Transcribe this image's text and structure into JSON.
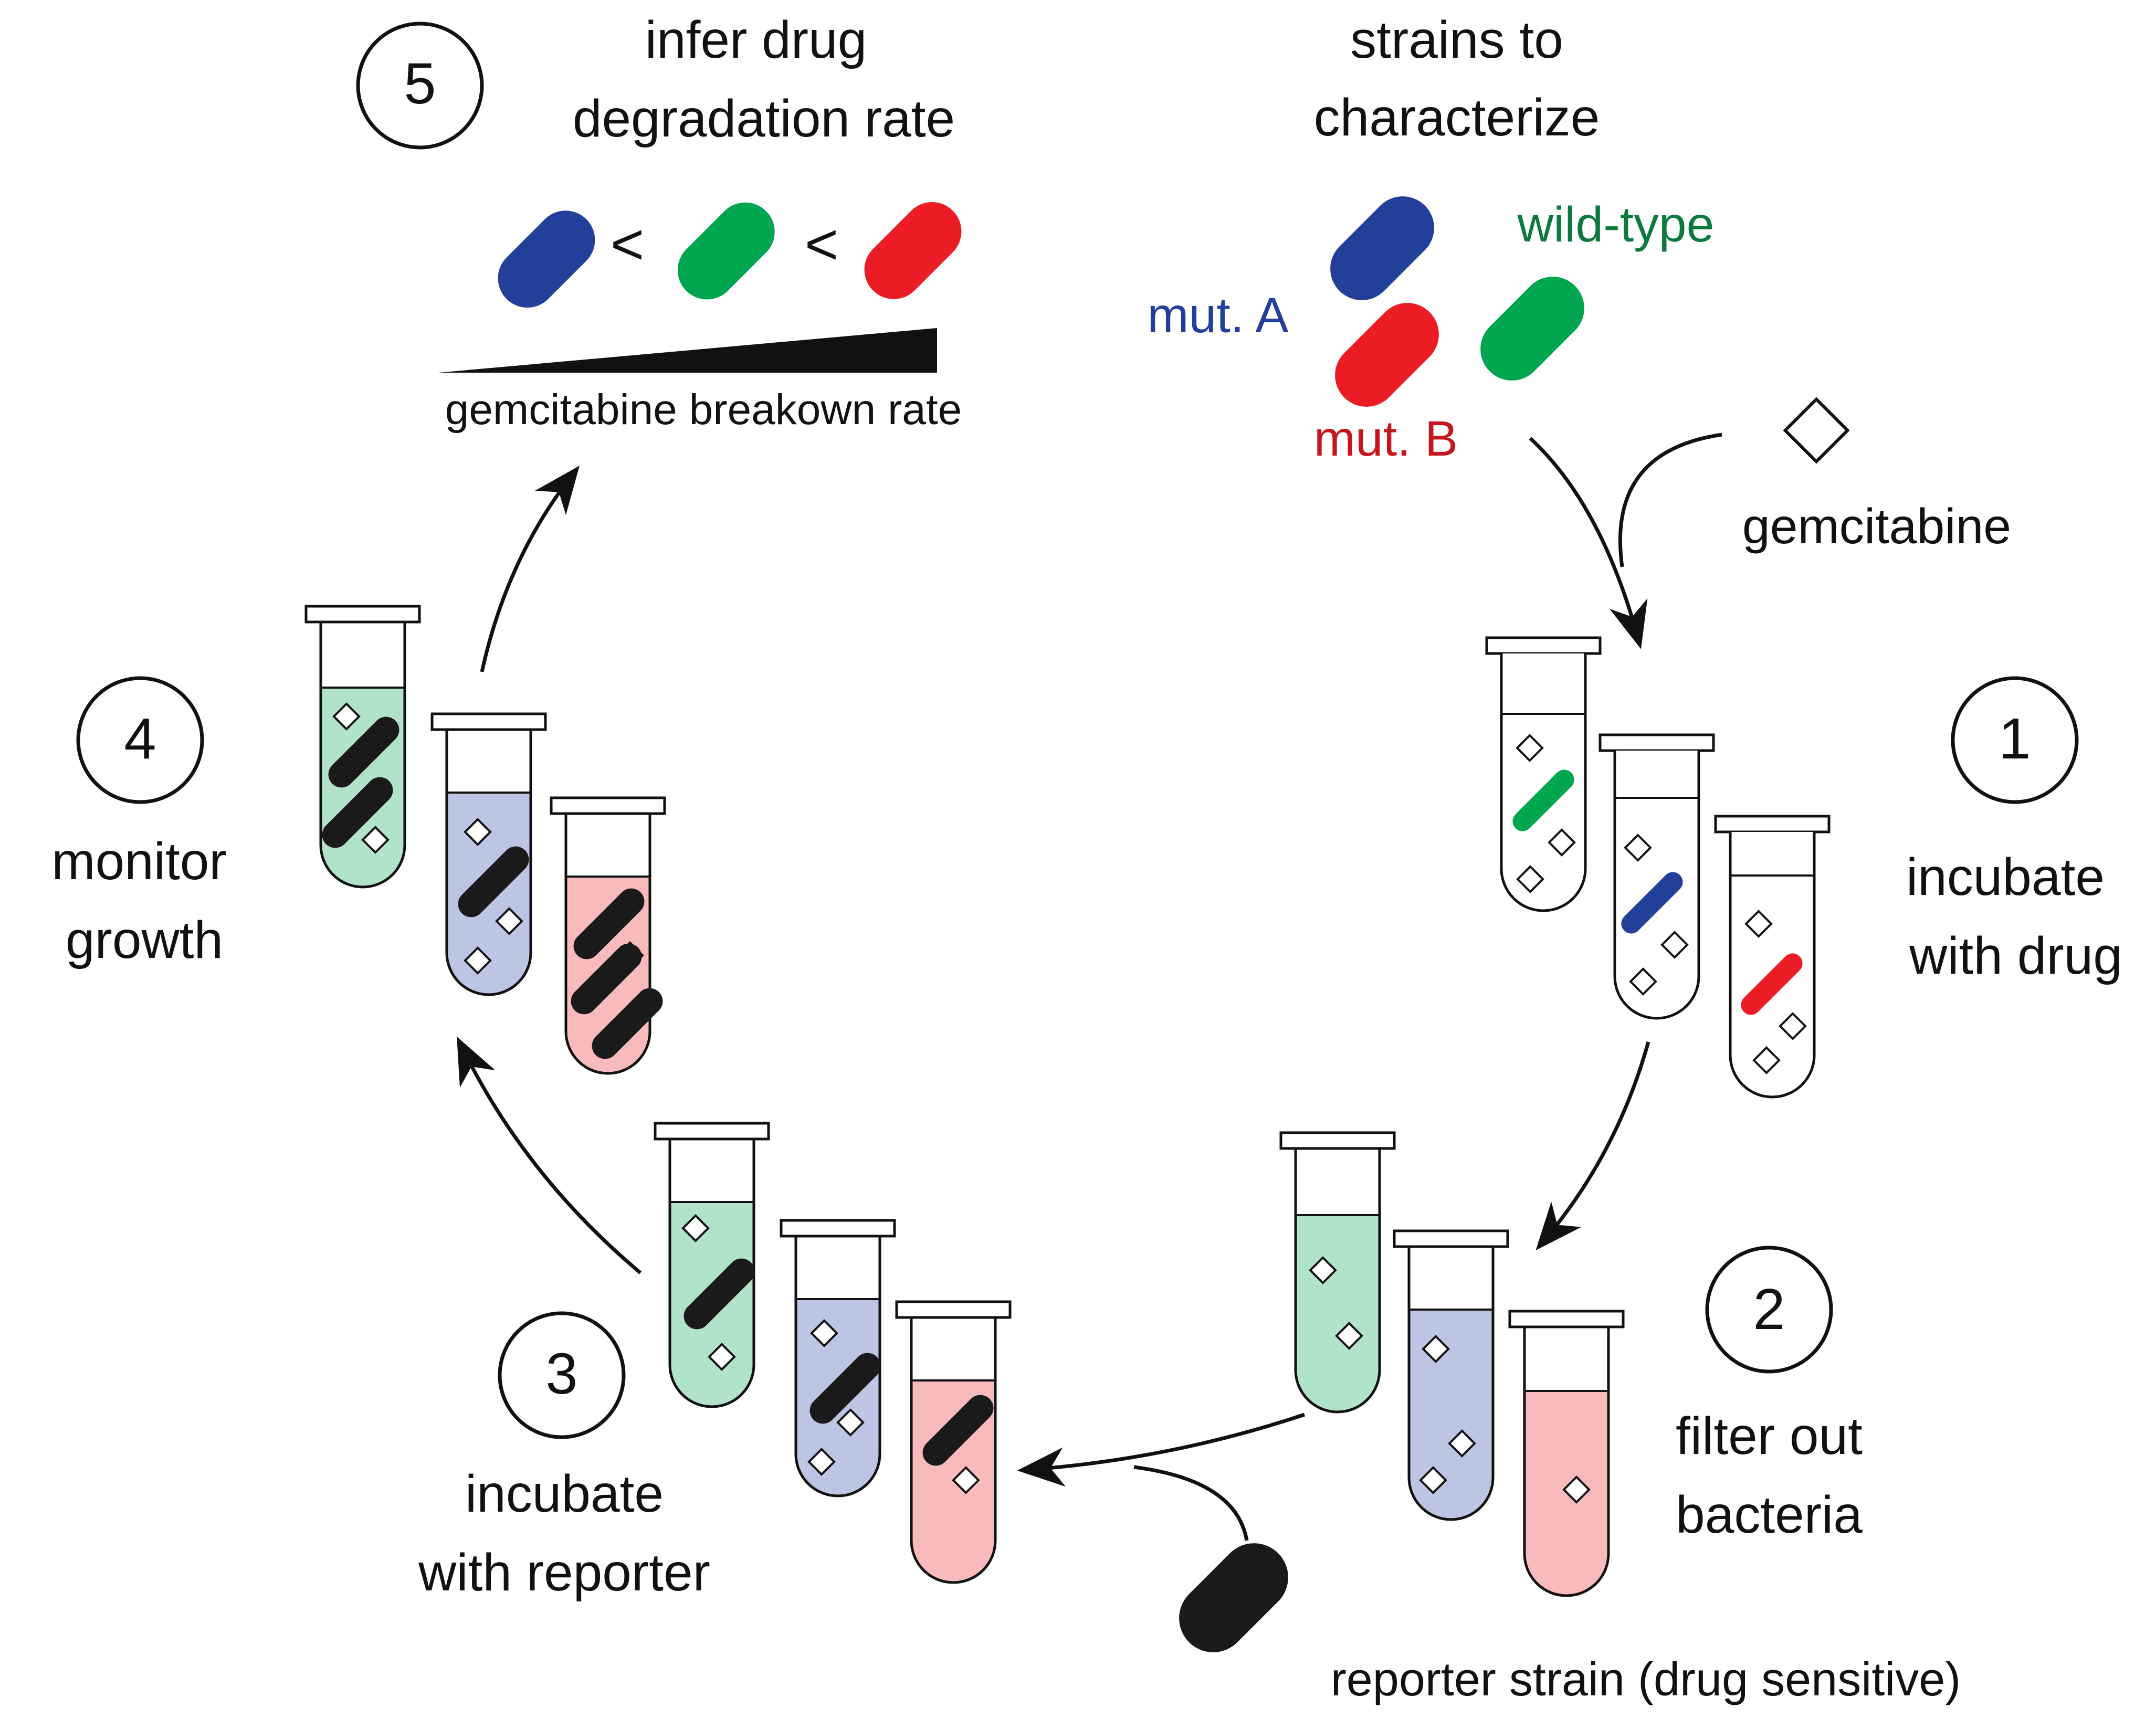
{
  "steps": [
    {
      "number": "1",
      "lines": [
        "incubate",
        "with drug"
      ]
    },
    {
      "number": "2",
      "lines": [
        "filter out",
        "bacteria"
      ]
    },
    {
      "number": "3",
      "lines": [
        "incubate",
        "with reporter"
      ]
    },
    {
      "number": "4",
      "lines": [
        "monitor",
        "growth"
      ]
    },
    {
      "number": "5",
      "lines": [
        "infer drug",
        "degradation rate"
      ]
    }
  ],
  "strains": {
    "title_lines": [
      "strains to",
      "characterize"
    ],
    "wild_type": "wild-type",
    "mut_a": "mut. A",
    "mut_b": "mut. B"
  },
  "drug_label": "gemcitabine",
  "reporter_label": "reporter strain (drug sensitive)",
  "rate_comparison": {
    "symbol_1": "<",
    "symbol_2": "<"
  },
  "breakdown_label": "gemcitabine breakown rate",
  "colors": {
    "green": "#00a64f",
    "blue": "#223f99",
    "red": "#ec1c24",
    "black": "#1a1a1a",
    "green_liquid": "#b1e3c8",
    "blue_liquid": "#bcc5e3",
    "red_liquid": "#f8babb",
    "wild_type_text": "#0b7a3c",
    "mut_a_text": "#223f99",
    "mut_b_text": "#c4161c"
  }
}
